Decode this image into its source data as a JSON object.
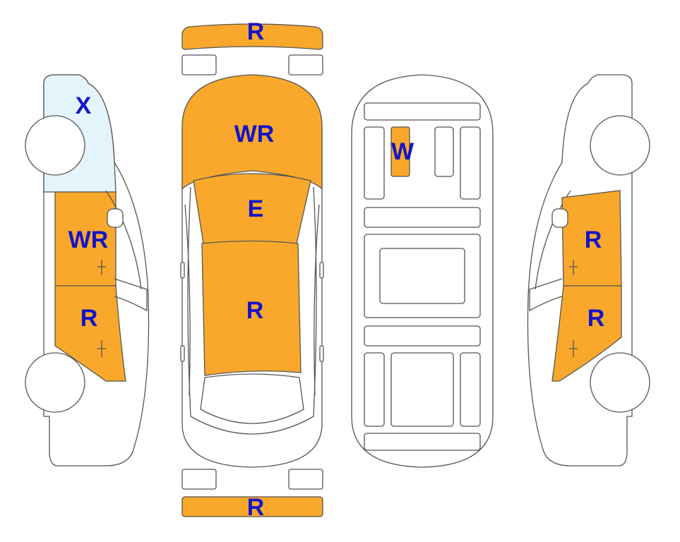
{
  "colors": {
    "damage_fill": "#F9A82B",
    "glass_fill": "#E3F4FB",
    "code_text": "#1414C8",
    "outline": "#555555"
  },
  "views": {
    "left_side": {
      "rear_quarter_glass": {
        "code": "X"
      },
      "front_door": {
        "code": "WR"
      },
      "rear_door": {
        "code": "R"
      }
    },
    "top": {
      "front_bumper": {
        "code": "R"
      },
      "hood": {
        "code": "WR"
      },
      "windshield": {
        "code": "E"
      },
      "roof": {
        "code": "R"
      },
      "rear_bumper": {
        "code": "R"
      }
    },
    "underbody": {
      "panel": {
        "code": "W"
      }
    },
    "right_side": {
      "front_door": {
        "code": "R"
      },
      "rear_door": {
        "code": "R"
      }
    }
  }
}
